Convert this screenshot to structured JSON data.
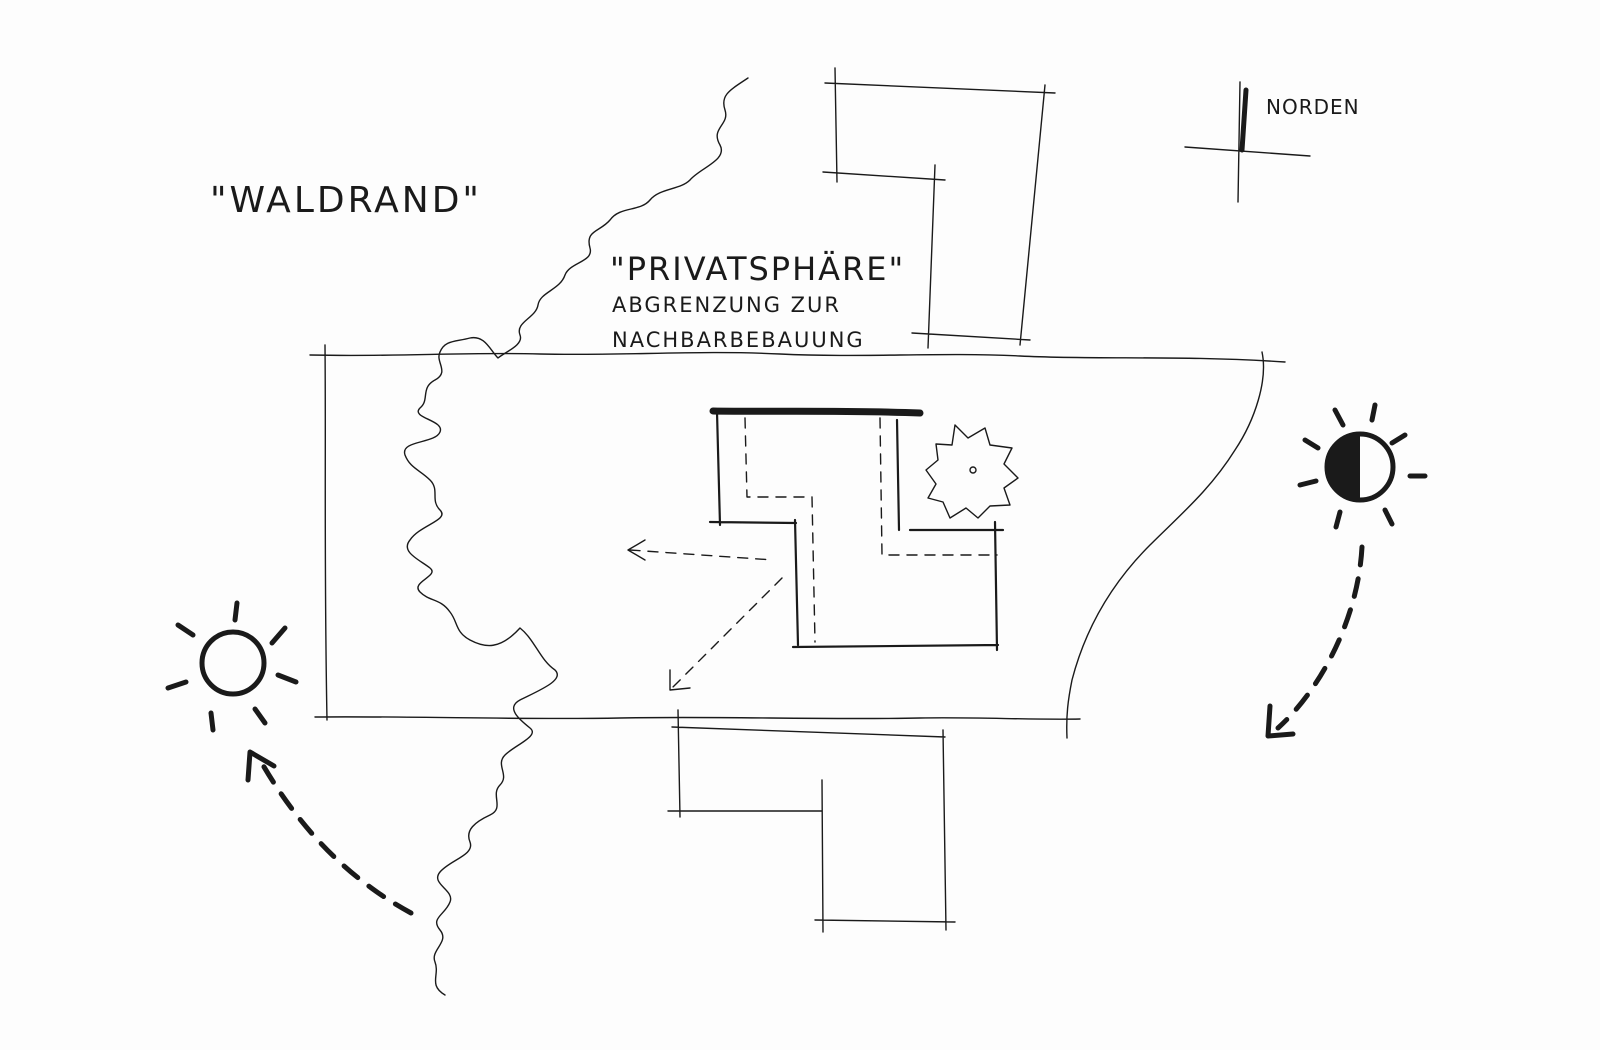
{
  "labels": {
    "waldrand": "\"WALDRAND\"",
    "privatsphaere": "\"PRIVATSPHÄRE\"",
    "abgrenzung_line1": "ABGRENZUNG ZUR",
    "abgrenzung_line2": "NACHBARBEBAUUNG",
    "norden": "NORDEN"
  },
  "icons": {
    "sun_west": "sun-icon",
    "sun_east": "half-sun-icon",
    "tree": "tree-icon",
    "north": "north-arrow-icon"
  },
  "colors": {
    "ink": "#1a1a1a",
    "paper": "#fdfdfd"
  }
}
